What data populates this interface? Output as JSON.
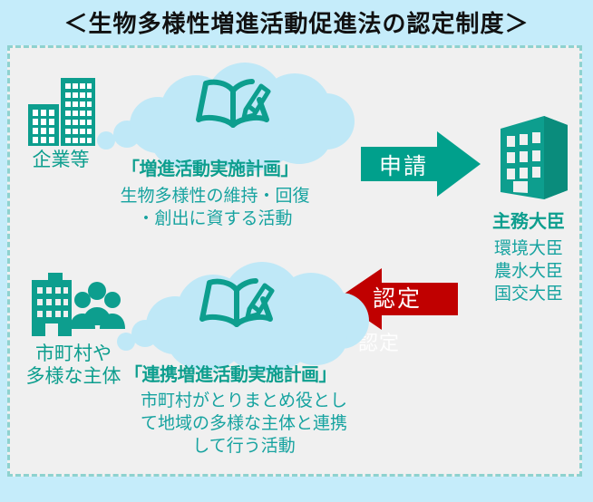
{
  "page": {
    "title": "＜生物多様性増進活動促進法の認定制度＞",
    "background_color": "#c5ecfa",
    "panel_color": "#f0f0f0",
    "panel_border_color": "#8ed2cf"
  },
  "colors": {
    "teal": "#0d9e8e",
    "teal_text": "#17a3a0",
    "cloud": "#bfe8f7",
    "arrow_green": "#00a08c",
    "arrow_red": "#c00000",
    "title_text": "#111111"
  },
  "flow": {
    "top_row": {
      "actor_label": "企業等",
      "actor_icons": [
        "office-building-small-icon",
        "office-building-tall-icon"
      ],
      "cloud_icon": "open-book-pencil-icon",
      "plan_title": "「増進活動実施計画」",
      "plan_desc_line1": "生物多様性の維持・回復",
      "plan_desc_line2": "・創出に資する活動",
      "arrow": {
        "label": "申請",
        "direction": "right",
        "color": "#00a08c"
      }
    },
    "bottom_row": {
      "actor_label_line1": "市町村や",
      "actor_label_line2": "多様な主体",
      "actor_icons": [
        "city-hall-building-icon",
        "people-group-icon"
      ],
      "cloud_icon": "open-book-pencil-icon",
      "plan_title": "「連携増進活動実施計画」",
      "plan_desc_line1": "市町村がとりまとめ役とし",
      "plan_desc_line2": "て地域の多様な主体と連携",
      "plan_desc_line3": "して行う活動",
      "arrow": {
        "label": "認定",
        "ghost_label": "認定",
        "direction": "left",
        "color": "#c00000"
      }
    },
    "authority": {
      "icon": "government-building-3d-icon",
      "title": "主務大臣",
      "members_line1": "環境大臣",
      "members_line2": "農水大臣",
      "members_line3": "国交大臣"
    }
  }
}
